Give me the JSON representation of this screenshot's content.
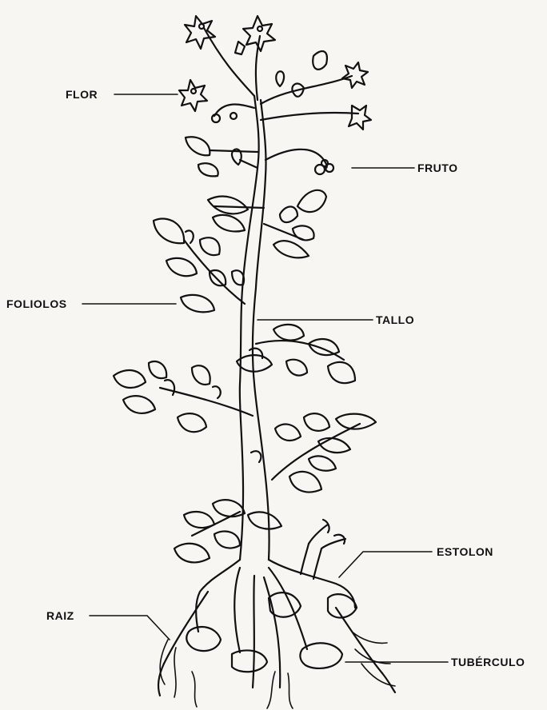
{
  "labels": {
    "flor": "FLOR",
    "fruto": "FRUTO",
    "foliolos": "FOLIOLOS",
    "tallo": "TALLO",
    "estolon": "ESTOLON",
    "raiz": "RAIZ",
    "tuberculo": "TUBÉRCULO"
  },
  "colors": {
    "ink": "#111111",
    "paper": "#f7f6f2"
  }
}
